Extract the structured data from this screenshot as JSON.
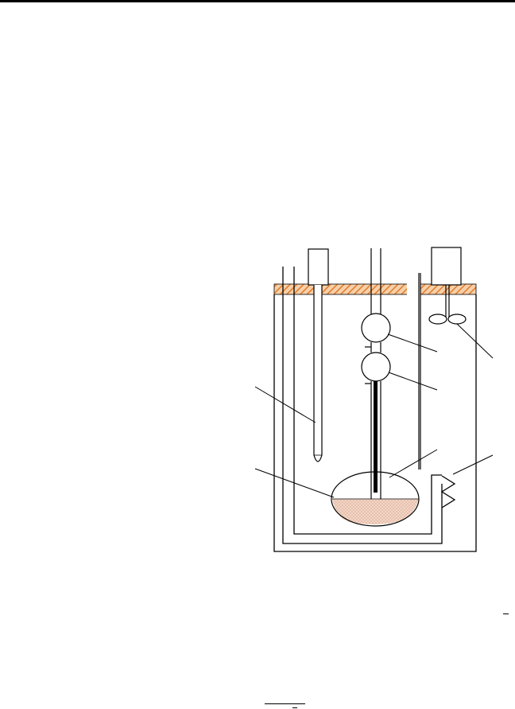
{
  "figure": {
    "title": "",
    "labels": [],
    "colors": {
      "line": "#000000",
      "lid_fill": "#f6d0a8",
      "lid_hatch": "#e37a2c",
      "melt_fill": "#f3d7c8",
      "melt_dots": "#c8866a"
    }
  },
  "components": [
    "outer-vessel",
    "inner-vessel",
    "insulating-lid",
    "thermometer",
    "gas-tube",
    "dropping-electrode",
    "stirrer",
    "crucible",
    "heater-coil"
  ]
}
